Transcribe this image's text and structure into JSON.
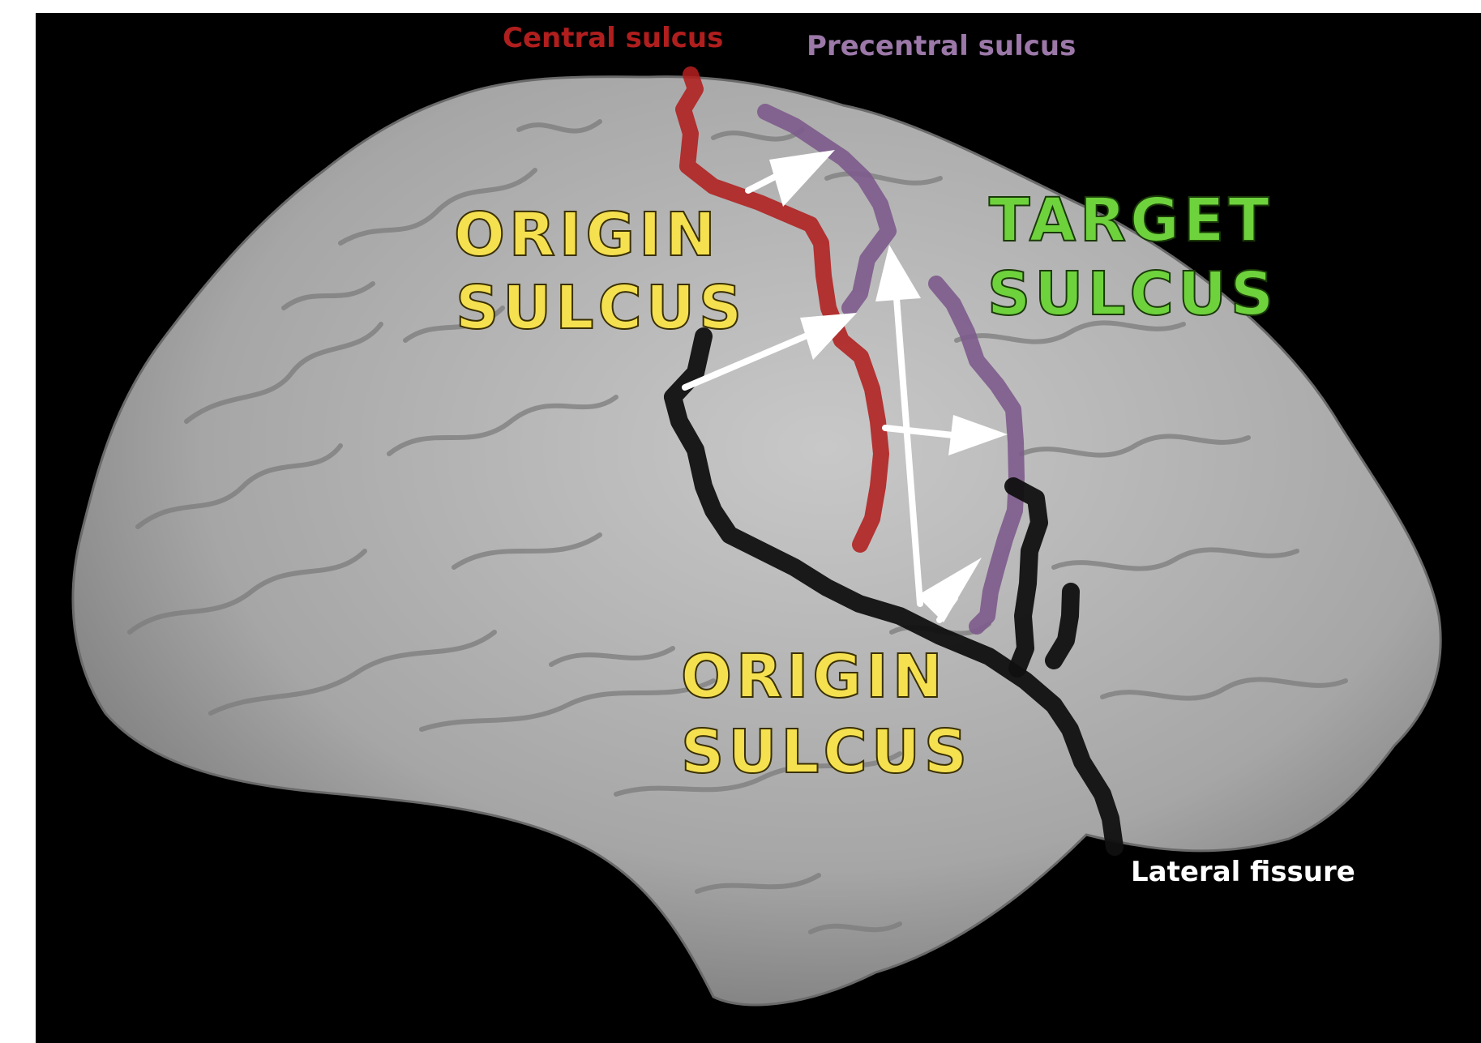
{
  "labels": {
    "central_sulcus": "Central sulcus",
    "precentral_sulcus": "Precentral sulcus",
    "lateral_fissure": "Lateral fissure",
    "target_line1": "TARGET",
    "target_line2": "SULCUS",
    "origin_upper_line1": "ORIGIN",
    "origin_upper_line2": "SULCUS",
    "origin_lower_line1": "ORIGIN",
    "origin_lower_line2": "SULCUS"
  },
  "colors": {
    "background": "#000000",
    "brain": "#b4b4b4",
    "central_sulcus": "#b01e1e",
    "precentral_sulcus": "#7d5a8c",
    "lateral_fissure": "#111111",
    "origin_text": "#f5e050",
    "target_text": "#6ed23c",
    "arrows": "#ffffff"
  }
}
